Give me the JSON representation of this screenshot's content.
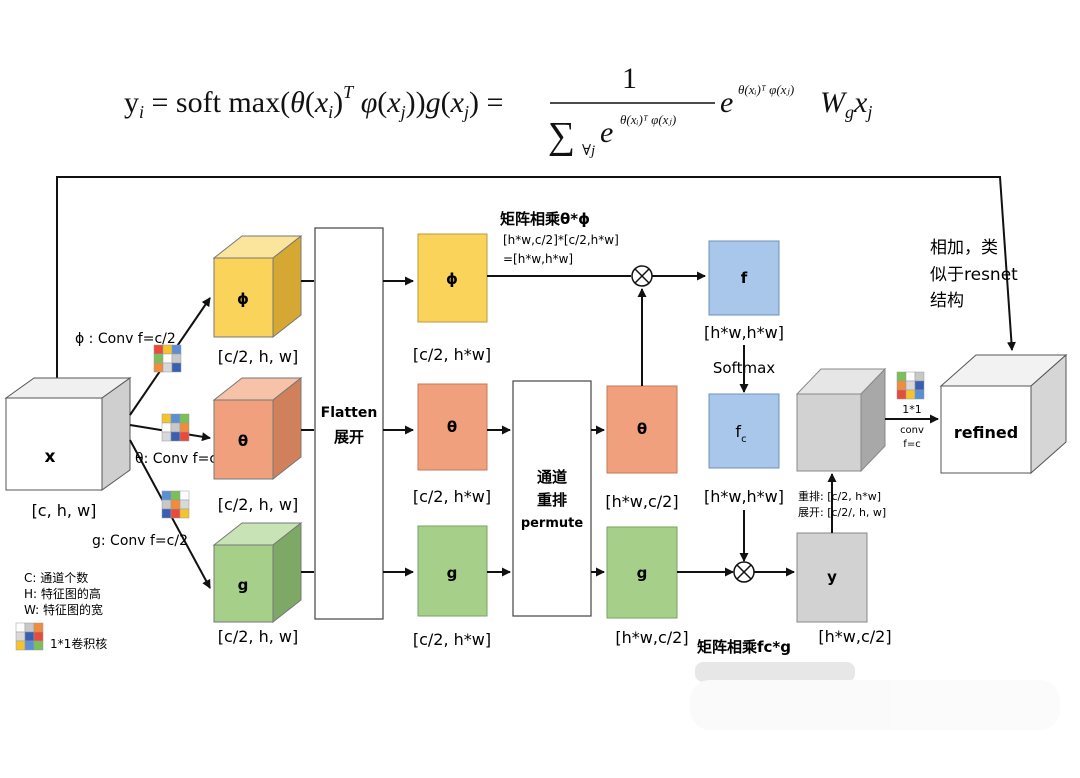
{
  "formula": {
    "lhs": "y",
    "lhs_sub": "i",
    "eq1": " = soft max(",
    "theta": "θ",
    "x": "x",
    "i": "i",
    "T": "T",
    "phi": "φ",
    "j": "j",
    "g": "g",
    "close2": "))",
    "eq2": "=",
    "one": "1",
    "sum": "∑",
    "sum_sub": "∀j",
    "e": "e",
    "exp": "θ(xᵢ)ᵀ φ(xⱼ)",
    "W": "W",
    "W_sub": "g",
    "x2": "x",
    "x2_sub": "j"
  },
  "blocks": {
    "x": {
      "label": "x",
      "dims": "[c, h, w]"
    },
    "phi_cube": {
      "label": "ϕ",
      "dims": "[c/2, h, w]",
      "conv": "ϕ : Conv f=c/2"
    },
    "theta_cube": {
      "label": "θ",
      "dims": "[c/2, h, w]",
      "conv": "θ: Conv f=c/2"
    },
    "g_cube": {
      "label": "g",
      "dims": "[c/2, h, w]",
      "conv": "g: Conv f=c/2"
    },
    "flatten": {
      "line1": "Flatten",
      "line2": "展开"
    },
    "phi_flat": {
      "label": "ϕ",
      "dims": "[c/2, h*w]"
    },
    "theta_flat": {
      "label": "θ",
      "dims": "[c/2, h*w]"
    },
    "g_flat": {
      "label": "g",
      "dims": "[c/2, h*w]"
    },
    "permute": {
      "line1": "通道",
      "line2": "重排",
      "line3": "permute"
    },
    "theta_perm": {
      "label": "θ",
      "dims": "[h*w,c/2]"
    },
    "g_perm": {
      "label": "g",
      "dims": "[h*w,c/2]"
    },
    "f": {
      "label": "f",
      "dims": "[h*w,h*w]"
    },
    "fc": {
      "label": "f",
      "sub": "c",
      "dims": "[h*w,h*w]"
    },
    "y": {
      "label": "y",
      "dims": "[h*w,c/2]"
    },
    "refined": {
      "label": "refined"
    }
  },
  "annotations": {
    "matmul_top_title": "矩阵相乘θ*ϕ",
    "matmul_top_l1": "[h*w,c/2]*[c/2,h*w]",
    "matmul_top_l2": "=[h*w,h*w]",
    "softmax": "Softmax",
    "matmul_bottom": "矩阵相乘fc*g",
    "reshape_l1": "重排: [c/2, h*w]",
    "reshape_l2": "展开: [c/2/, h, w]",
    "conv_out_l1": "1*1",
    "conv_out_l2": "conv",
    "conv_out_l3": "f=c",
    "add_l1": "相加，类",
    "add_l2": "似于resnet",
    "add_l3": "结构"
  },
  "legend": {
    "c": "C:  通道个数",
    "h": "H:  特征图的高",
    "w": "W: 特征图的宽",
    "kernel": "1*1卷积核"
  },
  "colors": {
    "yellow": "#f9d35a",
    "orange": "#f0a07c",
    "green": "#a6cf8a",
    "blue": "#a9c7ea",
    "gray": "#d2d2d2"
  }
}
